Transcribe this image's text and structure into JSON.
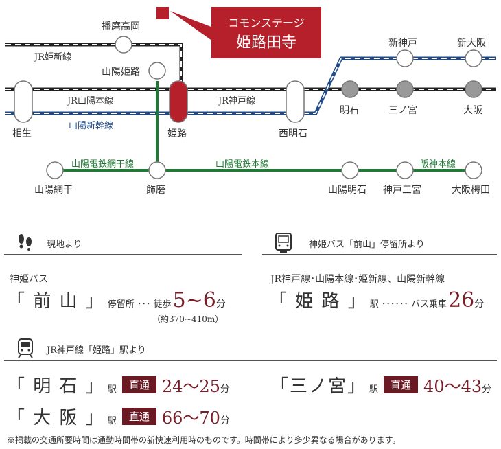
{
  "callout": {
    "line1": "コモンステージ",
    "line2": "姫路田寺"
  },
  "lines": {
    "jr_himeshin": "JR姫新線",
    "jr_sanyo": "JR山陽本線",
    "jr_kobe": "JR神戸線",
    "shinkansen": "山陽新幹線",
    "sanyo_aboshi": "山陽電鉄網干線",
    "sanyo_main": "山陽電鉄本線",
    "hanshin": "阪神本線"
  },
  "stations": {
    "harima_takaoka": "播磨高岡",
    "sanyo_himeji": "山陽姫路",
    "aioi": "相生",
    "himeji": "姫路",
    "nishi_akashi": "西明石",
    "akashi": "明石",
    "sannomiya": "三ノ宮",
    "osaka": "大阪",
    "shin_kobe": "新神戸",
    "shin_osaka": "新大阪",
    "sanyo_aboshi": "山陽網干",
    "shikama": "飾磨",
    "sanyo_akashi": "山陽明石",
    "kobe_sannomiya": "神戸三宮",
    "osaka_umeda": "大阪梅田"
  },
  "walk": {
    "header": "現地より",
    "operator": "神姫バス",
    "stop": "「 前 山 」",
    "stop_suffix": "停留所 ･･･ 徒歩",
    "time": "5~6",
    "unit": "分",
    "distance": "（約370~410m）"
  },
  "bus": {
    "header": "神姫バス「前山」停留所より",
    "lines": "JR神戸線･山陽本線･姫新線、山陽新幹線",
    "station": "「 姫 路 」",
    "station_suffix": "駅 ･･････ バス乗車",
    "time": "26",
    "unit": "分"
  },
  "train": {
    "header": "JR神戸線「姫路」駅より",
    "rows": [
      {
        "station": "「 明 石 」",
        "suffix": "駅",
        "badge": "直通",
        "time": "24～25",
        "unit": "分"
      },
      {
        "station": "「 大 阪 」",
        "suffix": "駅",
        "badge": "直通",
        "time": "66～70",
        "unit": "分"
      },
      {
        "station": "「三ノ宮」",
        "suffix": "駅",
        "badge": "直通",
        "time": "40～43",
        "unit": "分"
      }
    ]
  },
  "note": "※掲載の交通所要時間は通勤時間帯の新快速利用時のものです。時間帯により多少異なる場合があります。",
  "colors": {
    "red": "#b5202a",
    "green": "#1e7a34",
    "blue": "#1f4a86",
    "maroon": "#6b1a24"
  }
}
